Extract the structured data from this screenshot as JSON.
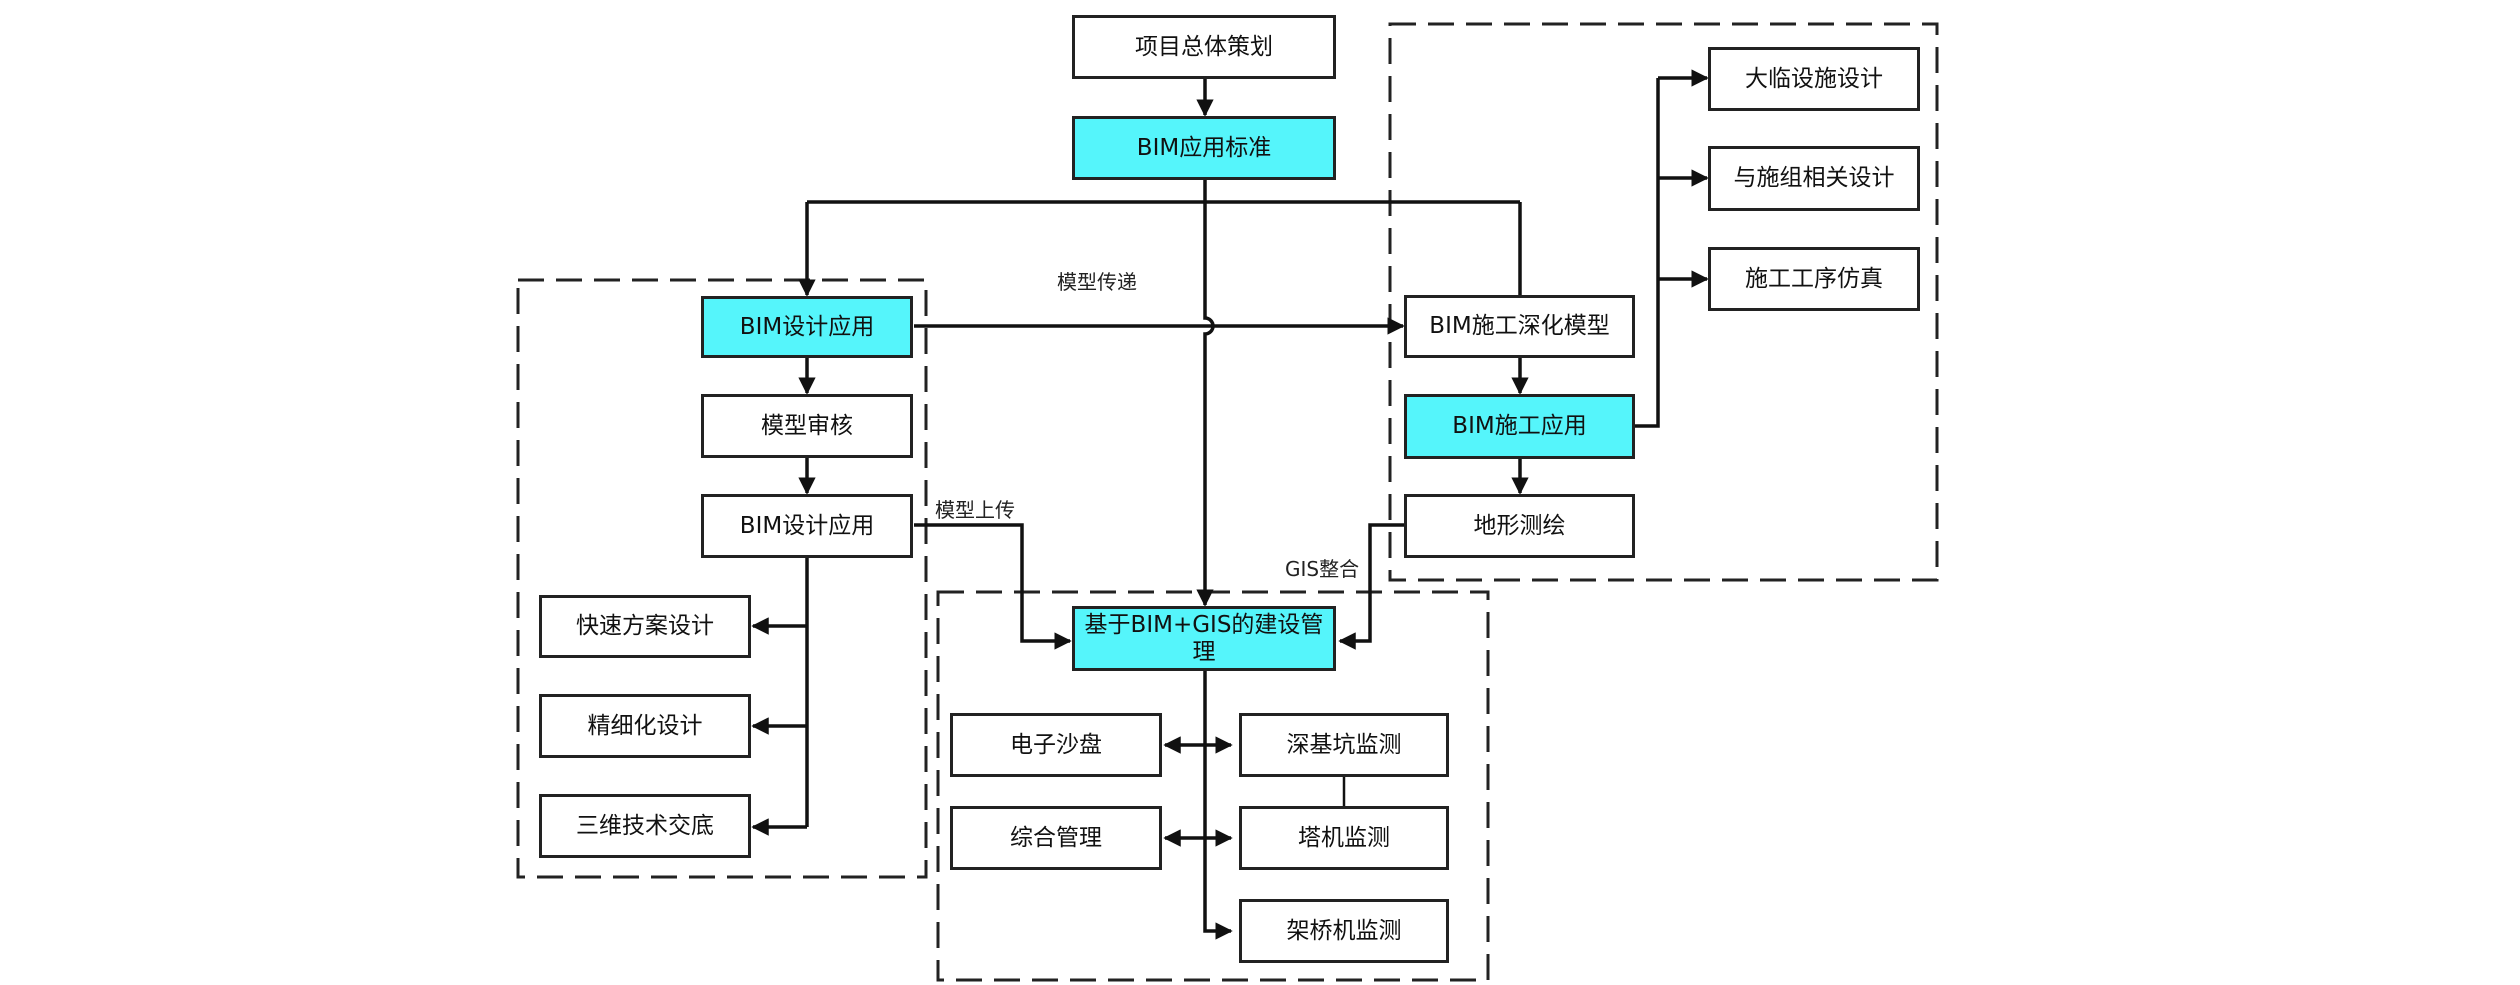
{
  "nodes": {
    "project_planning": "项目总体策划",
    "bim_standard": "BIM应用标准",
    "bim_design_app_1": "BIM设计应用",
    "model_review": "模型审核",
    "bim_design_app_2": "BIM设计应用",
    "quick_scheme": "快速方案设计",
    "refined_design": "精细化设计",
    "tech_briefing_3d": "三维技术交底",
    "bim_construction_model": "BIM施工深化模型",
    "bim_construction_app": "BIM施工应用",
    "terrain_survey": "地形测绘",
    "temp_facility_design": "大临设施设计",
    "org_design": "与施组相关设计",
    "process_simulation": "施工工序仿真",
    "bim_gis_management": "基于BIM+GIS的建设管理",
    "electronic_sandbox": "电子沙盘",
    "integrated_management": "综合管理",
    "pit_monitoring": "深基坑监测",
    "crane_monitoring": "塔机监测",
    "launcher_monitoring": "架桥机监测"
  },
  "labels": {
    "model_transfer": "模型传递",
    "model_upload": "模型上传",
    "gis_integration": "GIS整合"
  },
  "colors": {
    "highlight_fill": "#55f5fb",
    "line": "#111111"
  }
}
